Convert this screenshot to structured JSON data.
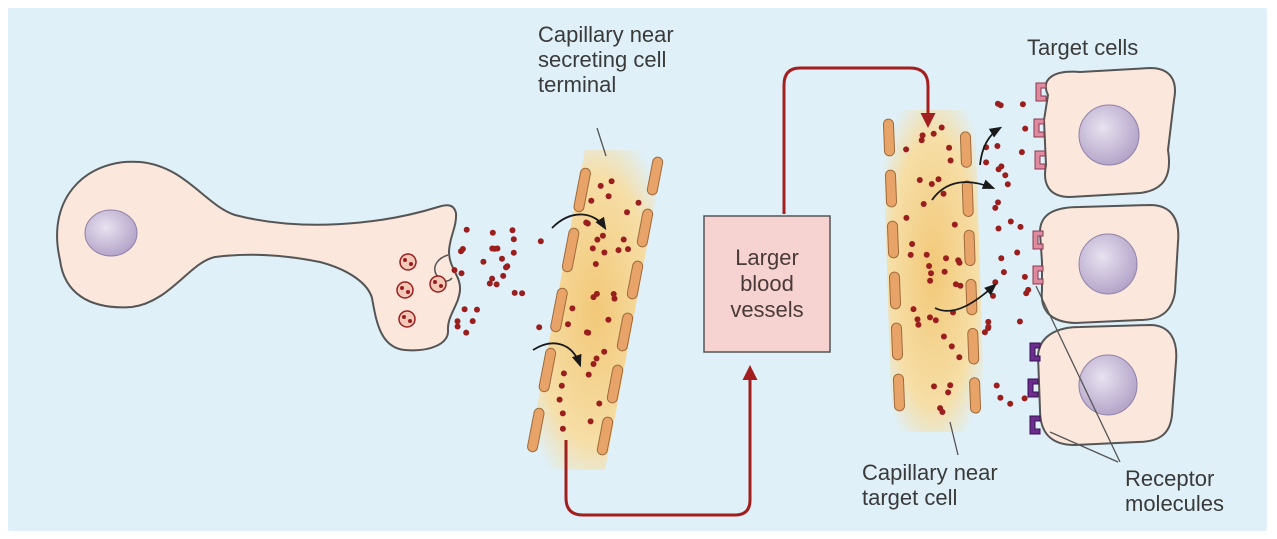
{
  "labels": {
    "capillary_secreting": "Capillary near\nsecreting cell\nterminal",
    "larger_vessels": "Larger\nblood\nvessels",
    "target_cells": "Target cells",
    "capillary_target": "Capillary near\ntarget cell",
    "receptor_molecules": "Receptor\nmolecules"
  },
  "colors": {
    "background": "#dff0f8",
    "cell_fill": "#fbe7dc",
    "nucleus": "#c4b6d6",
    "hormone_dot": "#9a1e1e",
    "capillary_wall": "#e8a468",
    "capillary_fill": "#f5dc9a",
    "circulation_arrow": "#a31f1f",
    "box_fill": "#f6d3d0",
    "receptor_pink": "#e08aa0",
    "receptor_purple": "#6b2d8e"
  }
}
